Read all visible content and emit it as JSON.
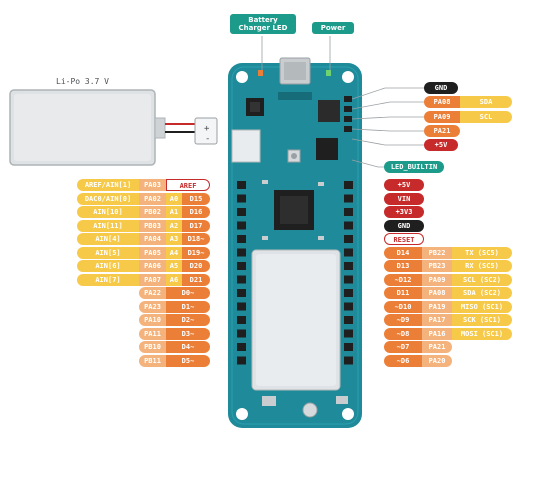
{
  "battery": {
    "label": "Li-Po 3.7 V",
    "plus": "+",
    "minus": "-"
  },
  "top_labels": {
    "battery_charger_led": "Battery\nCharger LED",
    "power": "Power"
  },
  "right_upper": {
    "gnd": "GND",
    "pa08": "PA08",
    "sda": "SDA",
    "pa09": "PA09",
    "scl": "SCL",
    "pa21": "PA21",
    "v5": "+5V",
    "led_builtin": "LED_BUILTIN"
  },
  "left_rows": [
    {
      "alt": "AREF/AIN[1]",
      "port": "PA03",
      "name": "AREF"
    },
    {
      "alt": "DAC0/AIN[0]",
      "port": "PA02",
      "pin": "A0",
      "d": "D15"
    },
    {
      "alt": "AIN[10]",
      "port": "PB02",
      "pin": "A1",
      "d": "D16"
    },
    {
      "alt": "AIN[11]",
      "port": "PB03",
      "pin": "A2",
      "d": "D17"
    },
    {
      "alt": "AIN[4]",
      "port": "PA04",
      "pin": "A3",
      "d": "D18~"
    },
    {
      "alt": "AIN[5]",
      "port": "PA05",
      "pin": "A4",
      "d": "D19~"
    },
    {
      "alt": "AIN[6]",
      "port": "PA06",
      "pin": "A5",
      "d": "D20"
    },
    {
      "alt": "AIN[7]",
      "port": "PA07",
      "pin": "A6",
      "d": "D21"
    },
    {
      "port": "PA22",
      "d": "D0~"
    },
    {
      "port": "PA23",
      "d": "D1~"
    },
    {
      "port": "PA10",
      "d": "D2~"
    },
    {
      "port": "PA11",
      "d": "D3~"
    },
    {
      "port": "PB10",
      "d": "D4~"
    },
    {
      "port": "PB11",
      "d": "D5~"
    }
  ],
  "right_rows": [
    {
      "power": "+5V"
    },
    {
      "power": "VIN"
    },
    {
      "power": "+3V3"
    },
    {
      "power": "GND"
    },
    {
      "power": "RESET"
    },
    {
      "d": "D14",
      "port": "PB22",
      "func": "TX (SC5)"
    },
    {
      "d": "D13",
      "port": "PB23",
      "func": "RX (SC5)"
    },
    {
      "d": "~D12",
      "port": "PA09",
      "func": "SCL (SC2)"
    },
    {
      "d": "D11",
      "port": "PA08",
      "func": "SDA (SC2)"
    },
    {
      "d": "~D10",
      "port": "PA19",
      "func": "MISO (SC1)"
    },
    {
      "d": "~D9",
      "port": "PA17",
      "func": "SCK (SC1)"
    },
    {
      "d": "~D8",
      "port": "PA16",
      "func": "MOSI (SC1)"
    },
    {
      "d": "~D7",
      "port": "PA21"
    },
    {
      "d": "~D6",
      "port": "PA20"
    }
  ],
  "colors": {
    "board": "#1f8a99",
    "board_dark": "#166d79",
    "port_tan": "#f4b37c",
    "analog_yellow": "#f7c948",
    "digital_orange": "#ec7f38",
    "power_red": "#c62a2a",
    "ground_black": "#1f1f1f",
    "label_teal": "#1c9a8a"
  }
}
